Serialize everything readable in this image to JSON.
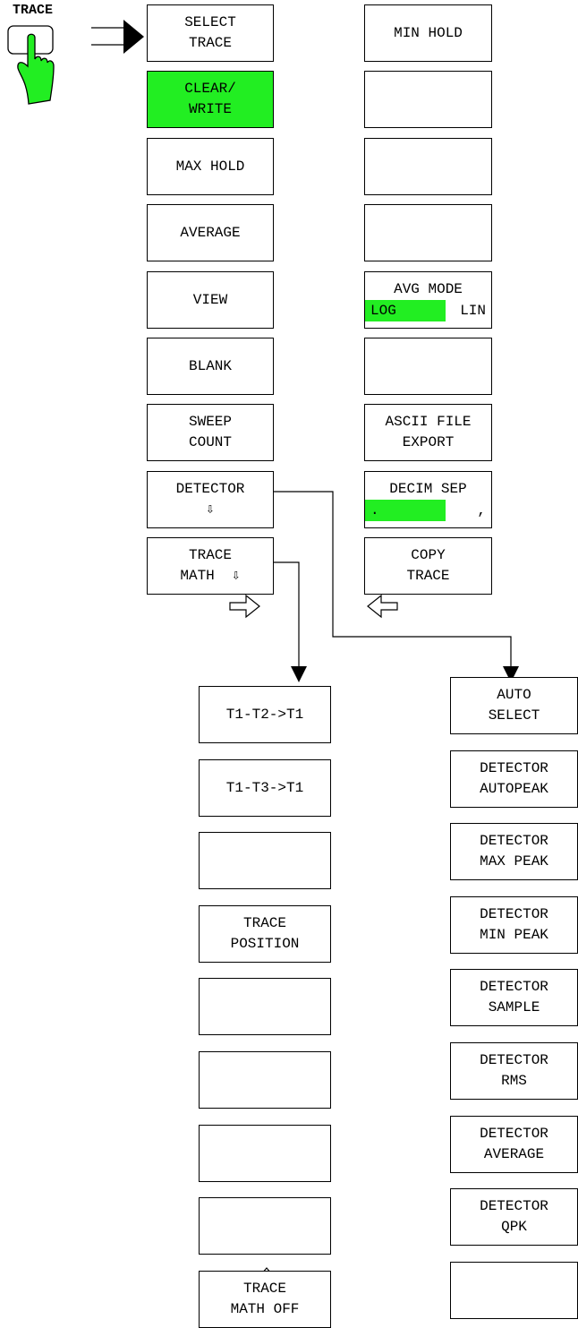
{
  "hardkey": {
    "label": "TRACE"
  },
  "column1": [
    {
      "id": "select-trace",
      "l1": "SELECT",
      "l2": "TRACE",
      "active": false
    },
    {
      "id": "clear-write",
      "l1": "CLEAR/",
      "l2": "WRITE",
      "active": true
    },
    {
      "id": "max-hold",
      "l1": "MAX HOLD",
      "l2": "",
      "active": false
    },
    {
      "id": "average",
      "l1": "AVERAGE",
      "l2": "",
      "active": false
    },
    {
      "id": "view",
      "l1": "VIEW",
      "l2": "",
      "active": false
    },
    {
      "id": "blank",
      "l1": "BLANK",
      "l2": "",
      "active": false
    },
    {
      "id": "sweep-count",
      "l1": "SWEEP",
      "l2": "COUNT",
      "active": false
    },
    {
      "id": "detector",
      "l1": "DETECTOR",
      "l2": "⇩",
      "active": false
    },
    {
      "id": "trace-math",
      "l1": "TRACE",
      "l2": "MATH  ⇩",
      "active": false
    }
  ],
  "column2": [
    {
      "id": "min-hold",
      "l1": "MIN HOLD",
      "l2": ""
    },
    {
      "id": "empty-1",
      "l1": "",
      "l2": ""
    },
    {
      "id": "empty-2",
      "l1": "",
      "l2": ""
    },
    {
      "id": "empty-3",
      "l1": "",
      "l2": ""
    },
    {
      "id": "avg-mode",
      "l1": "AVG MODE",
      "toggle": [
        "LOG",
        "LIN"
      ],
      "selected": 0
    },
    {
      "id": "empty-4",
      "l1": "",
      "l2": ""
    },
    {
      "id": "ascii-file-export",
      "l1": "ASCII FILE",
      "l2": "EXPORT"
    },
    {
      "id": "decim-sep",
      "l1": "DECIM SEP",
      "toggle": [
        ".",
        ","
      ],
      "selected": 0
    },
    {
      "id": "copy-trace",
      "l1": "COPY",
      "l2": "TRACE"
    }
  ],
  "column3": [
    {
      "id": "t1-t2-t1",
      "l1": "T1-T2->T1",
      "l2": ""
    },
    {
      "id": "t1-t3-t1",
      "l1": "T1-T3->T1",
      "l2": ""
    },
    {
      "id": "empty-5",
      "l1": "",
      "l2": ""
    },
    {
      "id": "trace-position",
      "l1": "TRACE",
      "l2": "POSITION"
    },
    {
      "id": "empty-6",
      "l1": "",
      "l2": ""
    },
    {
      "id": "empty-7",
      "l1": "",
      "l2": ""
    },
    {
      "id": "empty-8",
      "l1": "",
      "l2": ""
    },
    {
      "id": "empty-9",
      "l1": "",
      "l2": ""
    },
    {
      "id": "trace-math-off",
      "l1": "TRACE",
      "l2": "MATH OFF"
    }
  ],
  "column4": [
    {
      "id": "auto-select",
      "l1": "AUTO",
      "l2": "SELECT"
    },
    {
      "id": "detector-autopeak",
      "l1": "DETECTOR",
      "l2": "AUTOPEAK"
    },
    {
      "id": "detector-max-peak",
      "l1": "DETECTOR",
      "l2": "MAX PEAK"
    },
    {
      "id": "detector-min-peak",
      "l1": "DETECTOR",
      "l2": "MIN PEAK"
    },
    {
      "id": "detector-sample",
      "l1": "DETECTOR",
      "l2": "SAMPLE"
    },
    {
      "id": "detector-rms",
      "l1": "DETECTOR",
      "l2": "RMS"
    },
    {
      "id": "detector-average",
      "l1": "DETECTOR",
      "l2": "AVERAGE"
    },
    {
      "id": "detector-qpk",
      "l1": "DETECTOR",
      "l2": "QPK"
    },
    {
      "id": "empty-10",
      "l1": "",
      "l2": ""
    }
  ],
  "colors": {
    "active": "#22ee22",
    "border": "#000000"
  }
}
